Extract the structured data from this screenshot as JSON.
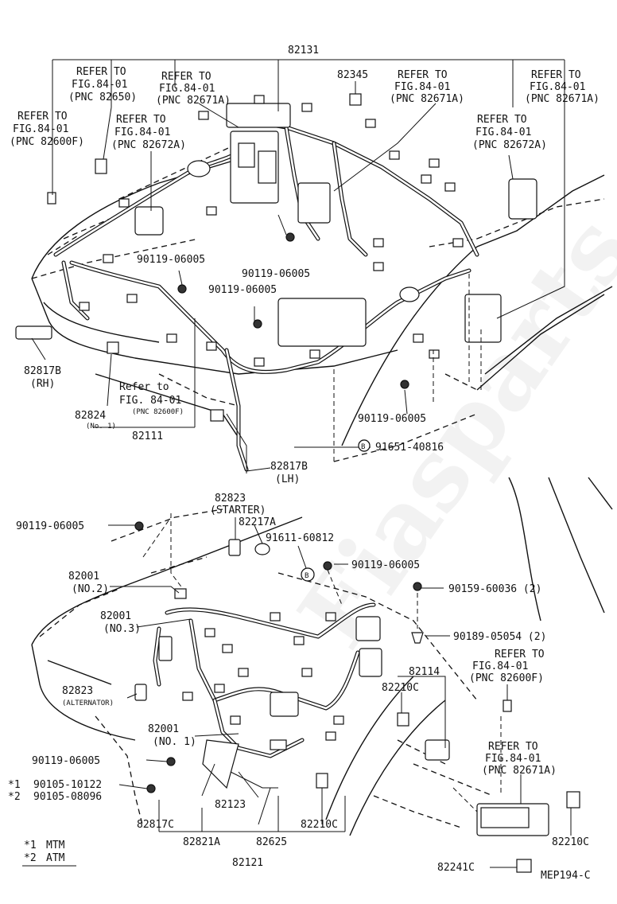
{
  "diagram_code": "MEP194-C",
  "watermark": "Fiasparts.com",
  "legend": [
    {
      "mark": "*1",
      "text": "MTM"
    },
    {
      "mark": "*2",
      "text": "ATM"
    }
  ],
  "top": {
    "main_harness": "82131",
    "refer_82650": {
      "l1": "REFER TO",
      "l2": "FIG.84-01",
      "l3": "(PNC 82650)"
    },
    "refer_82671A_a": {
      "l1": "REFER TO",
      "l2": "FIG.84-01",
      "l3": "(PNC 82671A)"
    },
    "refer_82600F": {
      "l1": "REFER TO",
      "l2": "FIG.84-01",
      "l3": "(PNC 82600F)"
    },
    "refer_82672A_a": {
      "l1": "REFER TO",
      "l2": "FIG.84-01",
      "l3": "(PNC 82672A)"
    },
    "part_82345": "82345",
    "refer_82671A_b": {
      "l1": "REFER TO",
      "l2": "FIG.84-01",
      "l3": "(PNC 82671A)"
    },
    "refer_82671A_c": {
      "l1": "REFER TO",
      "l2": "FIG.84-01",
      "l3": "(PNC 82671A)"
    },
    "refer_82672A_b": {
      "l1": "REFER TO",
      "l2": "FIG.84-01",
      "l3": "(PNC 82672A)"
    },
    "bolt_a": "90119-06005",
    "bolt_b": "90119-06005",
    "bolt_c": "90119-06005",
    "bolt_d": "90119-06005",
    "part_82817B_rh": {
      "pn": "82817B",
      "side": "(RH)"
    },
    "refer_lower": {
      "l1": "Refer to",
      "l2": "FIG. 84-01",
      "l3": "(PNC 82600F)"
    },
    "part_82824": {
      "pn": "82824",
      "note": "(No. 1)"
    },
    "part_82111": "82111",
    "part_82817B_lh": {
      "pn": "82817B",
      "side": "(LH)"
    },
    "clip_b": {
      "mark": "B",
      "pn": "91651-40816"
    }
  },
  "bottom": {
    "bolt_e": "90119-06005",
    "part_82823_starter": {
      "pn": "82823",
      "note": "(STARTER)"
    },
    "part_82217A": "82217A",
    "clip_b2": {
      "mark": "B",
      "pn": "91611-60812"
    },
    "bolt_f": "90119-06005",
    "part_82001_no2": {
      "pn": "82001",
      "note": "(NO.2)"
    },
    "screw_90159": "90159-60036 (2)",
    "part_82001_no3": {
      "pn": "82001",
      "note": "(NO.3)"
    },
    "clip_90189": "90189-05054 (2)",
    "refer_82600F": {
      "l1": "REFER TO",
      "l2": "FIG.84-01",
      "l3": "(PNC 82600F)"
    },
    "part_82114": "82114",
    "part_82210C_a": "82210C",
    "part_82823_alt": {
      "pn": "82823",
      "note": "(ALTERNATOR)"
    },
    "part_82001_no1": {
      "pn": "82001",
      "note": "(NO. 1)"
    },
    "refer_82671A": {
      "l1": "REFER TO",
      "l2": "FIG.84-01",
      "l3": "(PNC 82671A)"
    },
    "bolt_g": "90119-06005",
    "bolt_mtm": {
      "mark": "*1",
      "pn": "90105-10122"
    },
    "bolt_atm": {
      "mark": "*2",
      "pn": "90105-08096"
    },
    "part_82123": "82123",
    "part_82817C": "82817C",
    "part_82821A": "82821A",
    "part_82625": "82625",
    "part_82210C_b": "82210C",
    "part_82210C_c": "82210C",
    "part_82121": "82121",
    "part_82241C": "82241C"
  }
}
